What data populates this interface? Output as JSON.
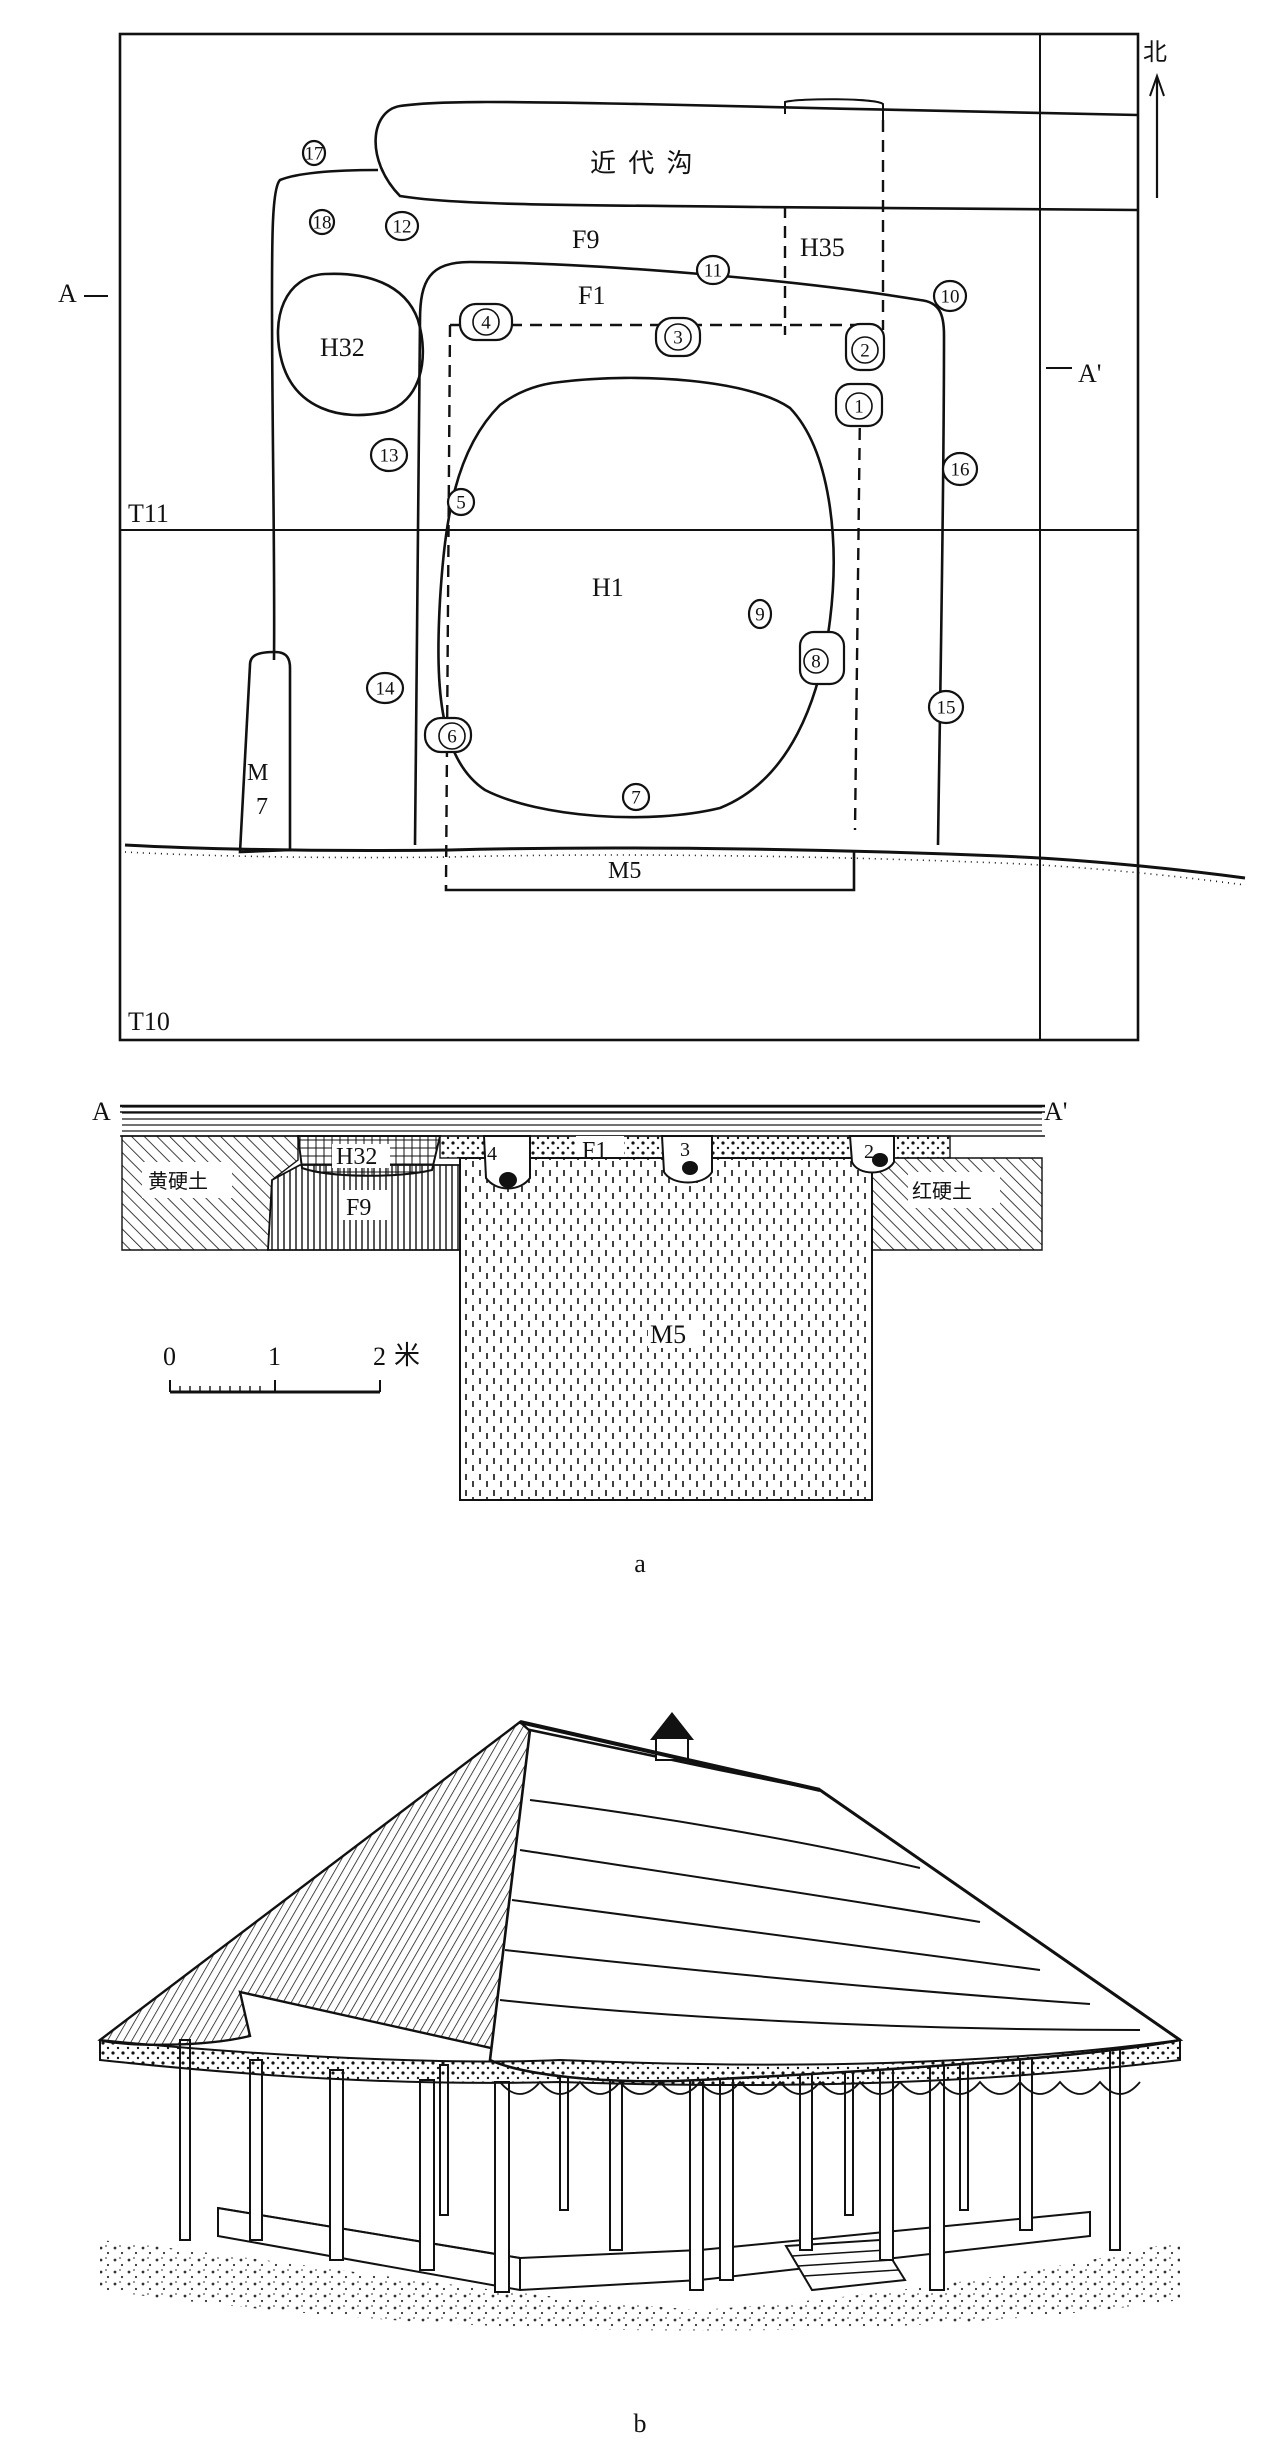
{
  "plan": {
    "north_label": "北",
    "modern_ditch_label": "近 代 沟",
    "f9_label": "F9",
    "f1_label": "F1",
    "h35_label": "H35",
    "h32_label": "H32",
    "h1_label": "H1",
    "m5_label": "M5",
    "m7_label_m": "M",
    "m7_label_7": "7",
    "t11_label": "T11",
    "t10_label": "T10",
    "section_a_label": "A",
    "section_a_prime_label": "A'",
    "postholes": [
      "1",
      "2",
      "3",
      "4",
      "5",
      "6",
      "7",
      "8",
      "9",
      "10",
      "11",
      "12",
      "13",
      "14",
      "15",
      "16",
      "17",
      "18"
    ]
  },
  "section": {
    "a_label": "A",
    "a_prime_label": "A'",
    "h32_label": "H32",
    "f9_label": "F9",
    "f1_label": "F1",
    "m5_label": "M5",
    "hole_4": "4",
    "hole_3": "3",
    "hole_2": "2",
    "yellow_soil_label": "黄硬土",
    "red_soil_label": "红硬土"
  },
  "scale": {
    "tick_0": "0",
    "tick_1": "1",
    "tick_2": "2",
    "unit": "米"
  },
  "captions": {
    "a": "a",
    "b": "b"
  }
}
